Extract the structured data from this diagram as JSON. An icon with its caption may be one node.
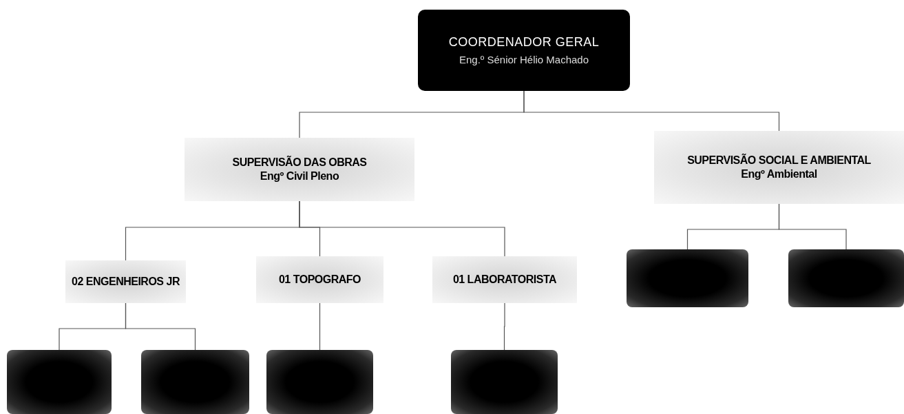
{
  "diagram": {
    "nodes": [
      {
        "text": [
          "COORDENADOR GERAL",
          "Eng.º Sénior Hélio Machado"
        ]
      },
      {
        "text": [
          "SUPERVISÃO DAS OBRAS",
          "Engº Civil Pleno"
        ]
      },
      {
        "text": [
          "SUPERVISÃO SOCIAL E AMBIENTAL",
          "Engº Ambiental"
        ]
      },
      {
        "text": [
          "02 ENGENHEIROS JR"
        ]
      },
      {
        "text": [
          "01 TOPOGRAFO"
        ]
      },
      {
        "text": [
          "01 LABORATORISTA"
        ]
      },
      {
        "text": [],
        "shape": "box"
      },
      {
        "text": [],
        "shape": "box"
      },
      {
        "text": [],
        "shape": "box"
      },
      {
        "text": [],
        "shape": "box"
      },
      {
        "text": [],
        "shape": "box"
      },
      {
        "text": [],
        "shape": "box"
      }
    ],
    "edges": [
      {
        "from": 0,
        "to": 1,
        "arrow": "none"
      },
      {
        "from": 0,
        "to": 2,
        "arrow": "none"
      },
      {
        "from": 1,
        "to": 3,
        "arrow": "none"
      },
      {
        "from": 1,
        "to": 4,
        "arrow": "none"
      },
      {
        "from": 1,
        "to": 5,
        "arrow": "none"
      },
      {
        "from": 3,
        "to": 6,
        "arrow": "none"
      },
      {
        "from": 3,
        "to": 7,
        "arrow": "none"
      },
      {
        "from": 4,
        "to": 8,
        "arrow": "none"
      },
      {
        "from": 5,
        "to": 9,
        "arrow": "none"
      },
      {
        "from": 2,
        "to": 10,
        "arrow": "none"
      },
      {
        "from": 2,
        "to": 11,
        "arrow": "none"
      }
    ]
  }
}
